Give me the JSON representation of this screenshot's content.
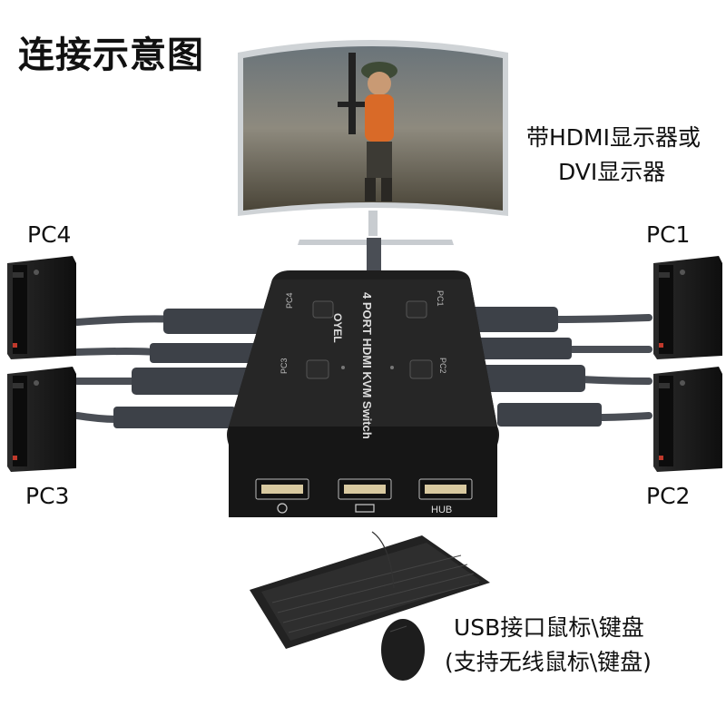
{
  "title": "连接示意图",
  "monitor": {
    "caption_line1": "带HDMI显示器或",
    "caption_line2": "DVI显示器"
  },
  "pcs": {
    "pc1": "PC1",
    "pc2": "PC2",
    "pc3": "PC3",
    "pc4": "PC4"
  },
  "peripherals": {
    "caption_line1": "USB接口鼠标\\键盘",
    "caption_line2": "(支持无线鼠标\\键盘)"
  },
  "switch": {
    "brand": "OYEL",
    "model": "4 PORT HDMI KVM Switch",
    "button_labels": [
      "PC1",
      "PC2",
      "PC3",
      "PC4"
    ],
    "hub_label": "HUB"
  },
  "colors": {
    "switch_body": "#1e1e1e",
    "cable": "#4a4e55",
    "tower": "#1a1a1a",
    "usb_port": "#d8c9a0"
  }
}
